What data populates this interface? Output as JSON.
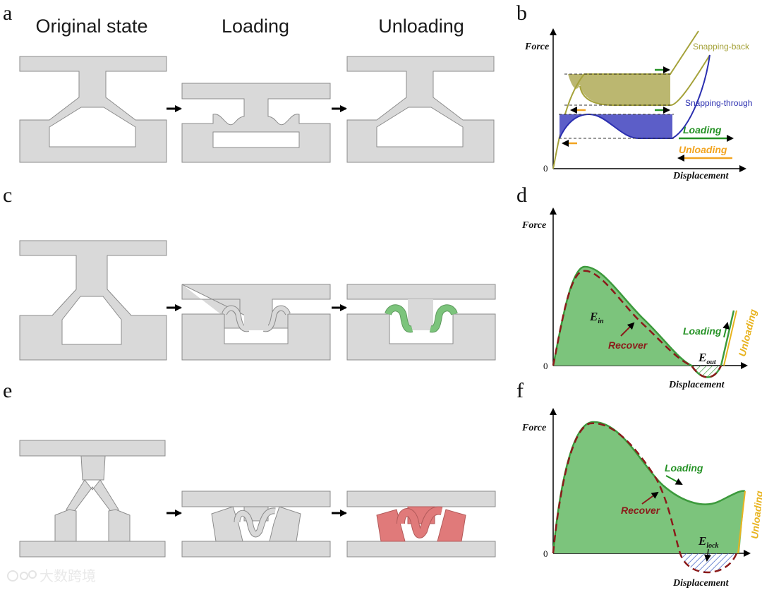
{
  "panels": {
    "a": "a",
    "b": "b",
    "c": "c",
    "d": "d",
    "e": "e",
    "f": "f"
  },
  "titles": {
    "original": "Original state",
    "loading": "Loading",
    "unloading": "Unloading"
  },
  "axes": {
    "force": "Force",
    "displacement": "Displacement",
    "origin": "0"
  },
  "graph_b": {
    "snap_back": "Snapping-back",
    "snap_through": "Snapping-through",
    "loading": "Loading",
    "unloading": "Unloading"
  },
  "graph_d": {
    "e_in": "E",
    "e_in_sub": "in",
    "e_out": "E",
    "e_out_sub": "out",
    "recover": "Recover",
    "loading": "Loading",
    "unloading": "Unloading"
  },
  "graph_f": {
    "e_lock": "E",
    "e_lock_sub": "lock",
    "recover": "Recover",
    "loading": "Loading",
    "unloading": "Unloading"
  },
  "watermark": "大数跨境",
  "colors": {
    "structure": "#d9d9d9",
    "structure_stroke": "#8c8c8c",
    "olive": "#a5a23a",
    "olive_fill": "#b7b368",
    "blue": "#2b2fb0",
    "blue_fill": "#5c5ec8",
    "green": "#3c9a3c",
    "green_fill": "#7cc47c",
    "dashed_red": "#8b1a1a",
    "yellow": "#e8b31f",
    "red_block": "#e07a7a",
    "arrow_green": "#259225",
    "arrow_orange": "#f2a420"
  }
}
